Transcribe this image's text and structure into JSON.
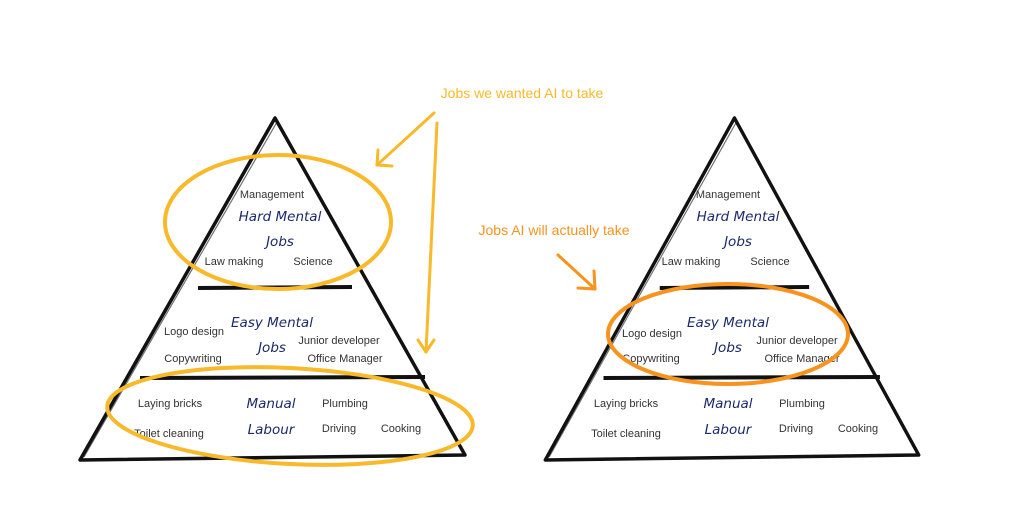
{
  "colors": {
    "wanted": "#f8b92a",
    "actual": "#f7931e",
    "tier_text": "#1b2a6b",
    "outline": "#111111"
  },
  "annotations": {
    "wanted": "Jobs we wanted AI to take",
    "actual": "Jobs AI will actually take"
  },
  "pyramids": [
    {
      "top": {
        "title1": "Hard Mental",
        "title2": "Jobs",
        "jobs": [
          "Management",
          "Law making",
          "Science"
        ]
      },
      "middle": {
        "title1": "Easy Mental",
        "title2": "Jobs",
        "jobs": [
          "Logo design",
          "Copywriting",
          "Junior developer",
          "Office Manager"
        ]
      },
      "bottom": {
        "title1": "Manual",
        "title2": "Labour",
        "jobs": [
          "Laying bricks",
          "Toilet cleaning",
          "Plumbing",
          "Driving",
          "Cooking"
        ]
      }
    },
    {
      "top": {
        "title1": "Hard Mental",
        "title2": "Jobs",
        "jobs": [
          "Management",
          "Law making",
          "Science"
        ]
      },
      "middle": {
        "title1": "Easy Mental",
        "title2": "Jobs",
        "jobs": [
          "Logo design",
          "Copywriting",
          "Junior developer",
          "Office Manager"
        ]
      },
      "bottom": {
        "title1": "Manual",
        "title2": "Labour",
        "jobs": [
          "Laying bricks",
          "Toilet cleaning",
          "Plumbing",
          "Driving",
          "Cooking"
        ]
      }
    }
  ]
}
